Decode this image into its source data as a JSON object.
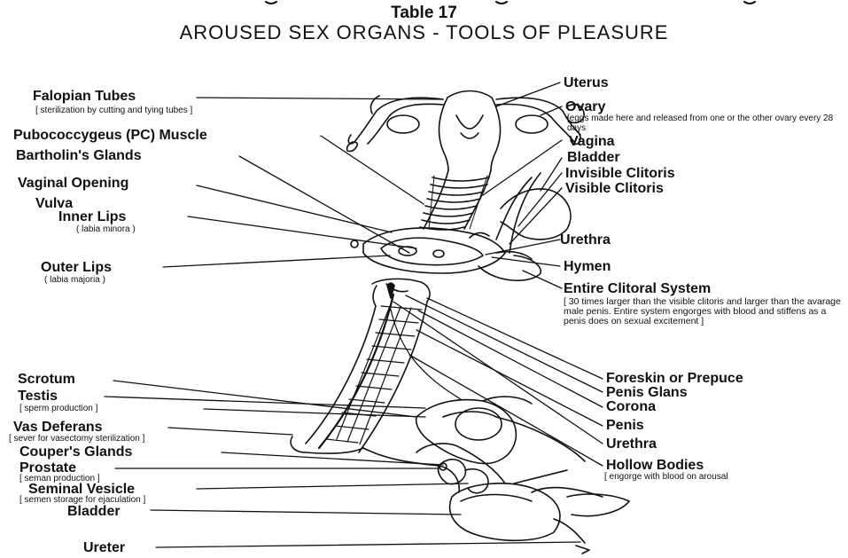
{
  "title": "Table 17",
  "subtitle": "AROUSED SEX ORGANS - TOOLS OF PLEASURE",
  "female": {
    "fallopian_tubes": "Falopian Tubes",
    "fallopian_note": "[ sterilization by cutting and tying tubes ]",
    "pc_muscle": "Pubococcygeus (PC) Muscle",
    "bartholins": "Bartholin's Glands",
    "vaginal_opening": "Vaginal Opening",
    "vulva": "Vulva",
    "inner_lips": "Inner Lips",
    "inner_lips_note": "( labia minora )",
    "outer_lips": "Outer Lips",
    "outer_lips_note": "( labia majoria )",
    "uterus": "Uterus",
    "ovary": "Ovary",
    "ovary_note": "[eggs made here and released from one or the other ovary every 28 days",
    "vagina": "Vagina",
    "bladder": "Bladder",
    "invisible_clitoris": "Invisible Clitoris",
    "visible_clitoris": "Visible Clitoris",
    "urethra": "Urethra",
    "hymen": "Hymen",
    "clitoral_system": "Entire Clitoral System",
    "clitoral_system_note": "[ 30 times larger than the visible clitoris and larger than the avarage male penis. Entire system engorges with blood and stiffens as a penis does on sexual excitement ]"
  },
  "male": {
    "scrotum": "Scrotum",
    "testis": "Testis",
    "testis_note": "[ sperm production ]",
    "vas_deferans": "Vas Deferans",
    "vas_note": "[ sever for vasectomy sterilization ]",
    "coupers": "Couper's Glands",
    "prostate": "Prostate",
    "prostate_note": "[ seman production ]",
    "seminal_vesicle": "Seminal Vesicle",
    "seminal_note": "[ semen storage for ejaculation ]",
    "bladder": "Bladder",
    "ureter": "Ureter",
    "foreskin": "Foreskin or Prepuce",
    "glans": "Penis Glans",
    "corona": "Corona",
    "penis": "Penis",
    "urethra": "Urethra",
    "hollow_bodies": "Hollow Bodies",
    "hollow_note": "[ engorge with blood on arousal"
  }
}
